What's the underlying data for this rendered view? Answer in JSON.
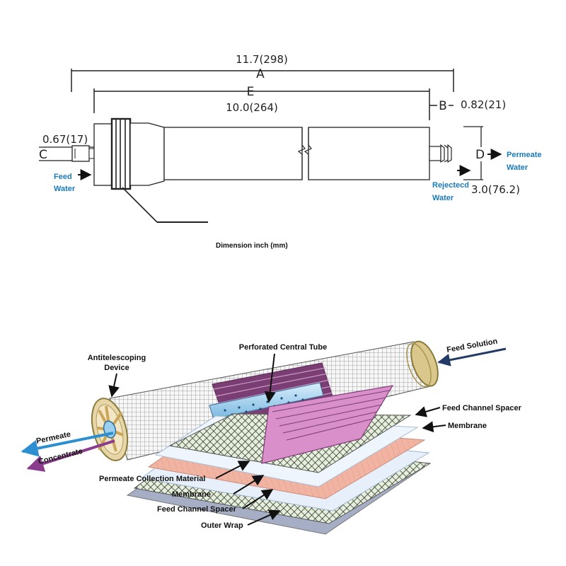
{
  "top_drawing": {
    "overall_dim": "11.7(298)",
    "label_a": "A",
    "label_e": "E",
    "body_dim": "10.0(264)",
    "label_b": "B",
    "b_dim": "0.82(21)",
    "c_dim": "0.67(17)",
    "label_c": "C",
    "label_d": "D",
    "d_dim": "3.0(76.2)",
    "feed_line1": "Feed",
    "feed_line2": "Water",
    "permeate_line1": "Permeate",
    "permeate_line2": "Water",
    "rejected_line1": "Rejectecd",
    "rejected_line2": "Water",
    "caption": "Dimension  inch (mm)"
  },
  "bottom_diagram": {
    "antitelescoping_line1": "Antitelescoping",
    "antitelescoping_line2": "Device",
    "perforated_tube": "Perforated Central Tube",
    "feed_solution": "Feed Solution",
    "feed_channel_spacer_right": "Feed Channel Spacer",
    "membrane_right": "Membrane",
    "permeate": "Permeate",
    "concentrate": "Concentrate",
    "permeate_collection": "Permeate Collection Material",
    "membrane_left": "Membrane",
    "feed_channel_spacer_left": "Feed Channel Spacer",
    "outer_wrap": "Outer Wrap"
  },
  "colors": {
    "blue_text": "#1a7ab8",
    "permeate_arrow": "#2b8fd0",
    "concentrate_arrow": "#8a3d8c",
    "feed_arrow": "#233a66",
    "sheet_purple": "#8e4a86",
    "sheet_salmon": "#f1b4a2",
    "sheet_lightblue": "#e7f0fa"
  }
}
